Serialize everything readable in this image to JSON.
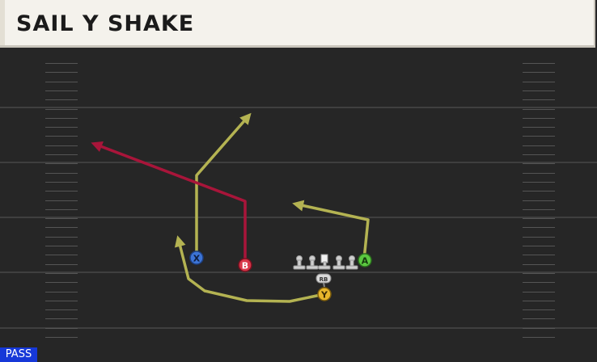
{
  "play": {
    "name": "SAIL Y SHAKE",
    "type_badge": "PASS"
  },
  "players": [
    {
      "role": "x",
      "button": "X",
      "color": "#3c74d6"
    },
    {
      "role": "b",
      "button": "B",
      "color": "#d8374a"
    },
    {
      "role": "a",
      "button": "A",
      "color": "#5bc840"
    },
    {
      "role": "y",
      "button": "Y",
      "color": "#e8b62c"
    },
    {
      "role": "rb",
      "label": "RB"
    }
  ],
  "colors": {
    "route_default": "#b4b352",
    "route_primary": "#a8153a",
    "field": "#262626",
    "header": "#f4f2ec",
    "badge": "#1638d8"
  }
}
